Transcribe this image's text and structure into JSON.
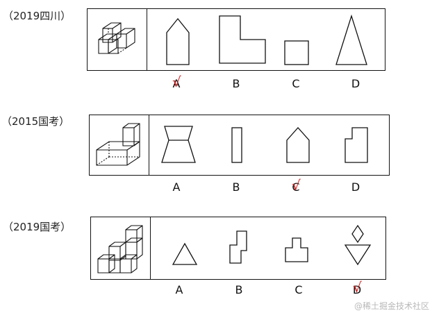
{
  "questions": [
    {
      "label": "（2019四川）",
      "options": [
        "A",
        "B",
        "C",
        "D"
      ],
      "answer": "A"
    },
    {
      "label": "（2015国考）",
      "options": [
        "A",
        "B",
        "C",
        "D"
      ],
      "answer": "C"
    },
    {
      "label": "（2019国考）",
      "options": [
        "A",
        "B",
        "C",
        "D"
      ],
      "answer": "D"
    }
  ],
  "check_mark": "√",
  "watermark": "@稀土掘金技术社区",
  "colors": {
    "line": "#111111",
    "check": "#d21f1f",
    "watermark": "#b8b8b8"
  },
  "icons": [
    "isometric-cube-stack",
    "pentagon-house-shape",
    "l-shape",
    "square",
    "tall-triangle",
    "trapezoid-stand",
    "rectangle",
    "step-shape",
    "triangle",
    "z-zigzag-shape",
    "t-block-shape",
    "diamond-over-triangle"
  ]
}
